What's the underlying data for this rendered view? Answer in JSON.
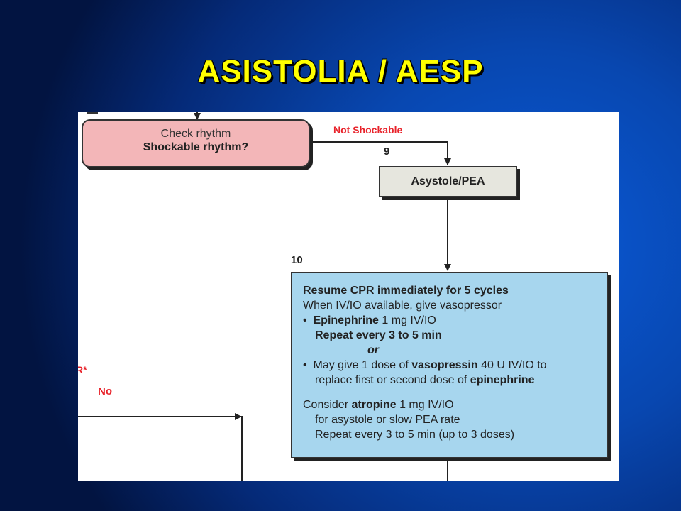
{
  "slide": {
    "title": "ASISTOLIA / AESP"
  },
  "flowchart": {
    "check_rhythm": {
      "line1": "Check rhythm",
      "line2": "Shockable rhythm?"
    },
    "not_shockable_label": "Not Shockable",
    "step_9": "9",
    "asystole_box": "Asystole/PEA",
    "step_10": "10",
    "resume_box": {
      "heading": "Resume CPR immediately for 5 cycles",
      "line_vaso": "When IV/IO available, give vasopressor",
      "bullet": "•",
      "epi_drug": "Epinephrine",
      "epi_dose": "1 mg IV/IO",
      "epi_repeat": "Repeat every 3 to 5 min",
      "or": "or",
      "vaso_pre": "May give 1 dose of",
      "vaso_drug": "vasopressin",
      "vaso_dose": "40 U IV/IO to",
      "vaso_replace": "replace first or second dose of",
      "vaso_replace_drug": "epinephrine",
      "atropine_pre": "Consider",
      "atropine_drug": "atropine",
      "atropine_dose": "1 mg IV/IO",
      "atropine_for": "for asystole or slow PEA rate",
      "atropine_repeat": "Repeat every 3 to 5 min (up to 3 doses)"
    },
    "partial_label_left": "R*",
    "no_label": "No"
  },
  "colors": {
    "title_yellow": "#ffff00",
    "check_box_fill": "#f3b6b8",
    "asystole_box_fill": "#e6e6de",
    "resume_box_fill": "#a7d6ee",
    "label_red": "#e8222a"
  }
}
